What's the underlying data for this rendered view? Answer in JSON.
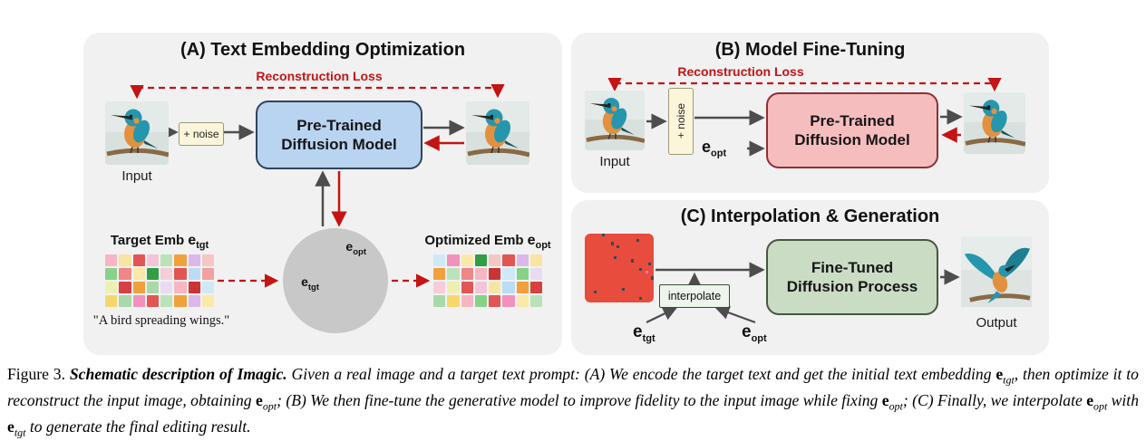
{
  "panels": {
    "a": {
      "title": "(A) Text Embedding Optimization",
      "loss_label": "Reconstruction Loss",
      "input_label": "Input",
      "noise_label": "+ noise",
      "model_label": "Pre-Trained Diffusion Model",
      "target_emb_prefix": "Target Emb",
      "optimized_emb_prefix": "Optimized Emb",
      "prompt": "\"A bird spreading wings.\""
    },
    "b": {
      "title": "(B) Model Fine-Tuning",
      "loss_label": "Reconstruction Loss",
      "input_label": "Input",
      "noise_label": "+ noise",
      "model_label": "Pre-Trained Diffusion Model"
    },
    "c": {
      "title": "(C) Interpolation & Generation",
      "interpolate_label": "interpolate",
      "process_label": "Fine-Tuned Diffusion Process",
      "output_label": "Output"
    }
  },
  "symbols": {
    "e": "e",
    "tgt": "tgt",
    "opt": "opt"
  },
  "colors": {
    "accent_red": "#c41414",
    "arrow_gray": "#4d4d4d",
    "model_blue_fill": "#b9d4f1",
    "model_pink_fill": "#f6bdbf",
    "process_green_fill": "#cbdcc5",
    "noise_box_fill": "#fbf6d9",
    "embedding_circle_fill": "#c8c8c8",
    "panel_fill": "#f1f1f2"
  },
  "embeddings": {
    "target_cells": [
      "#f7b6c2",
      "#f7e6a1",
      "#e25555",
      "#f2c5d8",
      "#b9e2b9",
      "#f0a13c",
      "#dbb8ea",
      "#f6c6c6",
      "#86d286",
      "#ef8787",
      "#fbe9a8",
      "#2f9e44",
      "#f6cdd9",
      "#e25555",
      "#bcdcf5",
      "#f2a0a0",
      "#eef0b1",
      "#d84040",
      "#f0a13c",
      "#a9d8a9",
      "#e9dcf2",
      "#f7b6c2",
      "#cc3333",
      "#cfe9f7",
      "#f6d76e",
      "#a9d8a9",
      "#f291bb",
      "#e25555",
      "#bae3ba",
      "#f0a13c",
      "#dbb8ea",
      "#fbe9a8"
    ],
    "optimized_cells": [
      "#cfe9f7",
      "#f291bb",
      "#fbe9a8",
      "#2f9e44",
      "#f6c6c6",
      "#e25555",
      "#dbb8ea",
      "#f7e6a1",
      "#f0a13c",
      "#bae3ba",
      "#ef8787",
      "#f7b6c2",
      "#cc3333",
      "#cfe9f7",
      "#86d286",
      "#e9dcf2",
      "#f6cdd9",
      "#eef0b1",
      "#e25555",
      "#f2c5d8",
      "#f7e6a1",
      "#bcdcf5",
      "#f0a13c",
      "#d84040",
      "#a9d8a9",
      "#f6d76e",
      "#f7b6c2",
      "#86d286",
      "#e25555",
      "#f291bb",
      "#fbe9a8",
      "#b9e2b9"
    ]
  },
  "noise": {
    "palette": [
      "#e74c3c",
      "#2ecc71",
      "#3498db",
      "#f1c40f",
      "#9b59b6",
      "#e67e22",
      "#1abc9c",
      "#ecf0f1",
      "#34495e",
      "#ff6fb5",
      "#7ddf64",
      "#b8860b",
      "#00bcd4",
      "#ff5722",
      "#8bc34a",
      "#673ab7"
    ],
    "seed": 20,
    "cells": 576
  },
  "caption": {
    "segments": [
      {
        "s": "r",
        "t": "Figure 3. "
      },
      {
        "s": "bi",
        "t": "Schematic description of Imagic. "
      },
      {
        "s": "i",
        "t": "Given a real image and a target text prompt: (A) We encode the target text and get the initial text embedding "
      },
      {
        "s": "mb",
        "t": "e"
      },
      {
        "s": "sub",
        "t": "tgt"
      },
      {
        "s": "i",
        "t": ", then optimize it to reconstruct the input image, obtaining "
      },
      {
        "s": "mb",
        "t": "e"
      },
      {
        "s": "sub",
        "t": "opt"
      },
      {
        "s": "i",
        "t": "; (B) We then fine-tune the generative model to improve fidelity to the input image while fixing "
      },
      {
        "s": "mb",
        "t": "e"
      },
      {
        "s": "sub",
        "t": "opt"
      },
      {
        "s": "i",
        "t": "; (C) Finally, we interpolate "
      },
      {
        "s": "mb",
        "t": "e"
      },
      {
        "s": "sub",
        "t": "opt"
      },
      {
        "s": "i",
        "t": " with "
      },
      {
        "s": "mb",
        "t": "e"
      },
      {
        "s": "sub",
        "t": "tgt"
      },
      {
        "s": "i",
        "t": " to generate the final editing result."
      }
    ]
  }
}
